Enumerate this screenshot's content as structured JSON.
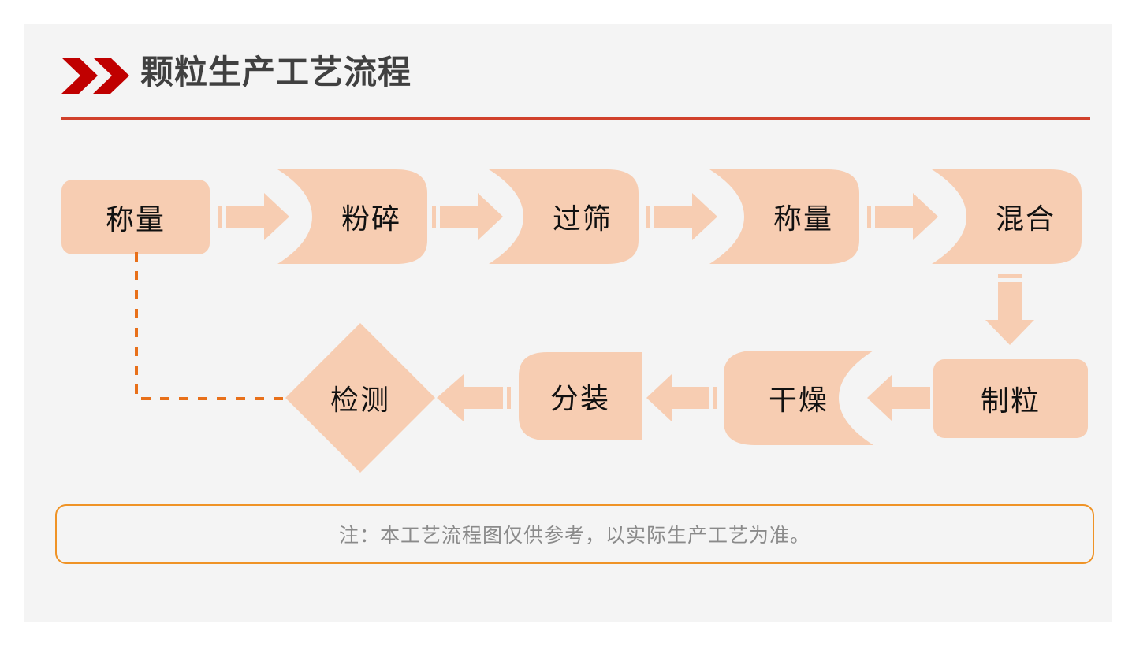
{
  "page": {
    "background": "#ffffff",
    "panel_background": "#f4f4f4"
  },
  "header": {
    "title": "颗粒生产工艺流程",
    "chevron_icon": "double-chevron-right-icon",
    "chevron_color": "#c00000",
    "rule_color": "#d1412b",
    "title_color": "#404040"
  },
  "theme": {
    "shape_fill": "#f7cdb2",
    "arrow_fill": "#f7cdb2",
    "feedback_line": "#e8701a",
    "note_border": "#ef9326",
    "note_text": "#8a8a8a",
    "label_color": "#111111"
  },
  "flow": {
    "row1": [
      {
        "id": "weigh-1",
        "label": "称量",
        "shape": "rounded-rect"
      },
      {
        "id": "crush",
        "label": "粉碎",
        "shape": "tape-right"
      },
      {
        "id": "sieve",
        "label": "过筛",
        "shape": "tape-right"
      },
      {
        "id": "weigh-2",
        "label": "称量",
        "shape": "tape-right"
      },
      {
        "id": "mix",
        "label": "混合",
        "shape": "tape-right"
      }
    ],
    "row2": [
      {
        "id": "granulate",
        "label": "制粒",
        "shape": "rounded-rect"
      },
      {
        "id": "dry",
        "label": "干燥",
        "shape": "tape-left"
      },
      {
        "id": "pack",
        "label": "分装",
        "shape": "tape-left"
      },
      {
        "id": "inspect",
        "label": "检测",
        "shape": "diamond"
      }
    ],
    "connectors": [
      {
        "id": "arrow-weigh1-crush",
        "direction": "right",
        "icon": "arrow-right-icon"
      },
      {
        "id": "arrow-crush-sieve",
        "direction": "right",
        "icon": "arrow-right-icon"
      },
      {
        "id": "arrow-sieve-weigh2",
        "direction": "right",
        "icon": "arrow-right-icon"
      },
      {
        "id": "arrow-weigh2-mix",
        "direction": "right",
        "icon": "arrow-right-icon"
      },
      {
        "id": "arrow-mix-granulate",
        "direction": "down",
        "icon": "arrow-down-icon"
      },
      {
        "id": "arrow-granulate-dry",
        "direction": "left",
        "icon": "arrow-left-icon"
      },
      {
        "id": "arrow-dry-pack",
        "direction": "left",
        "icon": "arrow-left-icon"
      },
      {
        "id": "arrow-pack-inspect",
        "direction": "left",
        "icon": "arrow-left-icon"
      },
      {
        "id": "feedback-inspect-weigh1",
        "direction": "dashed-loop",
        "icon": "dashed-feedback-line-icon"
      }
    ]
  },
  "note": {
    "text": "注：本工艺流程图仅供参考，以实际生产工艺为准。"
  }
}
